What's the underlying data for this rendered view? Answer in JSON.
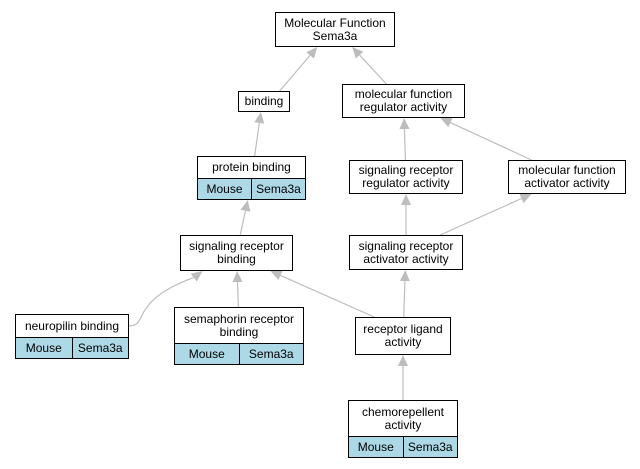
{
  "nodes": {
    "root": {
      "label": "Molecular Function\nSema3a"
    },
    "binding": {
      "label": "binding"
    },
    "mfra": {
      "label": "molecular function\nregulator activity"
    },
    "protein": {
      "label": "protein binding",
      "tags": [
        "Mouse",
        "Sema3a"
      ]
    },
    "srra": {
      "label": "signaling receptor\nregulator activity"
    },
    "mfaa": {
      "label": "molecular function\nactivator activity"
    },
    "srb": {
      "label": "signaling receptor\nbinding"
    },
    "sraa": {
      "label": "signaling receptor\nactivator activity"
    },
    "neuro": {
      "label": "neuropilin binding",
      "tags": [
        "Mouse",
        "Sema3a"
      ]
    },
    "sema": {
      "label": "semaphorin receptor\nbinding",
      "tags": [
        "Mouse",
        "Sema3a"
      ]
    },
    "rla": {
      "label": "receptor ligand\nactivity"
    },
    "chemo": {
      "label": "chemorepellent\nactivity",
      "tags": [
        "Mouse",
        "Sema3a"
      ]
    }
  },
  "colors": {
    "edge": "#bdbdbd",
    "tag_fill": "#add8e6",
    "border": "#000000"
  }
}
